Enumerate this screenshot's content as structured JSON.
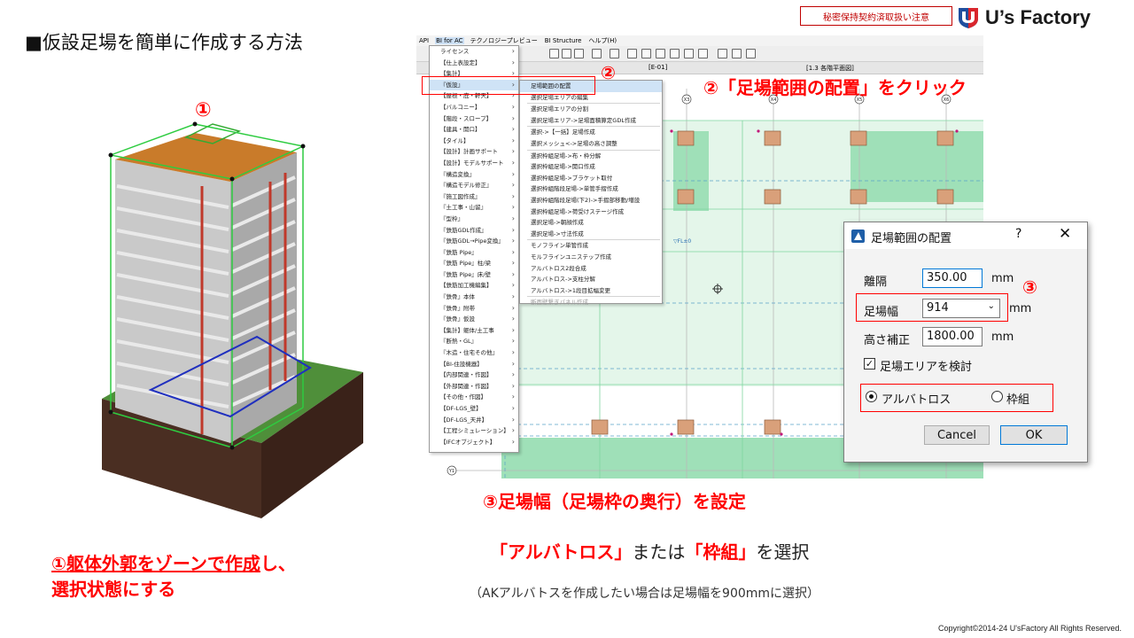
{
  "slide": {
    "title": "■仮設足場を簡単に作成する方法",
    "confidential": "秘密保持契約済取扱い注意",
    "logo_text": "U’s Factory",
    "copyright": "Copyright©2014-24 U'sFactory All Rights Reserved."
  },
  "left": {
    "marker": "①",
    "caption_line1_underlined": "①躯体外郭をゾーンで作成",
    "caption_line1_rest": "し、",
    "caption_line2": "選択状態にする"
  },
  "app": {
    "menubar": [
      "API",
      "BI for AC",
      "テクノロジープレビュー",
      "BI Structure",
      "ヘルプ(H)"
    ],
    "tabs": [
      "[E-01]",
      "[1.3 各階平面図]"
    ],
    "axis_labels": [
      "X3",
      "X4",
      "X5",
      "X6"
    ],
    "row_axis_label": "Y1",
    "level_label": "▽FL±0",
    "main_menu": [
      "ライセンス",
      "【仕上表設定】",
      "【集計】",
      "『仮設』",
      "【屋根・庇・軒天】",
      "【バルコニー】",
      "【階段・スロープ】",
      "【建具・開口】",
      "【タイル】",
      "【設計】計画サポート",
      "【設計】モデルサポート",
      "『構造変換』",
      "『構造モデル修正』",
      "『施工図作成』",
      "『土工事・山留』",
      "『型枠』",
      "『鉄筋GDL作成』",
      "『鉄筋GDL→Pipe変換』",
      "『鉄筋 Pipe』",
      "『鉄筋 Pipe』柱/梁",
      "『鉄筋 Pipe』床/壁",
      "【鉄筋加工機編集】",
      "『鉄骨』本体",
      "『鉄骨』附帯",
      "『鉄骨』仮設",
      "【集計】躯体/土工事",
      "『断熱・GL』",
      "『木造・住宅その他』",
      "【BI-住設機器】",
      "【内部関連・作図】",
      "【外部関連・作図】",
      "【その他・作図】",
      "【DF-LGS_壁】",
      "【DF-LGS_天井】",
      "【工程シミュレーション】",
      "【IFCオブジェクト】"
    ],
    "sub_menu": [
      "足場範囲の配置",
      "選択足場エリアの編集",
      "選択足場エリアの分割",
      "選択足場エリア->足場面積算定GDL作成",
      "選択->【一括】足場作成",
      "選択メッシュ<->足場の高さ調整",
      "選択枠組足場->布・枠分解",
      "選択枠組足場->開口作成",
      "選択枠組足場->ブラケット取付",
      "選択枠組階段足場->単管手摺作成",
      "選択枠組階段足場(下2)->手摺部移動/増設",
      "選択枠組足場->荷受けステージ作成",
      "選択足場->朝顔作成",
      "選択足場->寸法作成",
      "モノフライン単管作成",
      "モルフラインユニステップ作成",
      "アルバトロス2段合成",
      "アルバトロス->支柱分解",
      "アルバトロス->1段目拡幅変更",
      "断面壁繋ぎパネル作成"
    ]
  },
  "annotations": {
    "step2_num": "②",
    "step2_text": "②「足場範囲の配置」をクリック",
    "step3_num": "③",
    "step3_text": "③足場幅（足場枠の奥行）を設定",
    "select_q1": "「アルバトロス」",
    "select_mid": "または",
    "select_q2": "「枠組」",
    "select_end": "を選択",
    "note": "（AKアルバトスを作成したい場合は足場幅を900mmに選択）"
  },
  "dialog": {
    "title": "足場範囲の配置",
    "help": "?",
    "close": "✕",
    "offset_label": "離隔",
    "offset_value": "350.00",
    "width_label": "足場幅",
    "width_value": "914",
    "height_label": "高さ補正",
    "height_value": "1800.00",
    "unit": "mm",
    "checkbox_label": "足場エリアを検討",
    "checkbox_checked": true,
    "radio_albatross": "アルバトロス",
    "radio_frame": "枠組",
    "radio_selected": "アルバトロス",
    "cancel_label": "Cancel",
    "ok_label": "OK"
  },
  "colors": {
    "accent_red": "#ff0000",
    "scaffold_green": "#9fe0b8",
    "column_brown": "#d9a07a",
    "dialog_focus": "#0078d7"
  }
}
